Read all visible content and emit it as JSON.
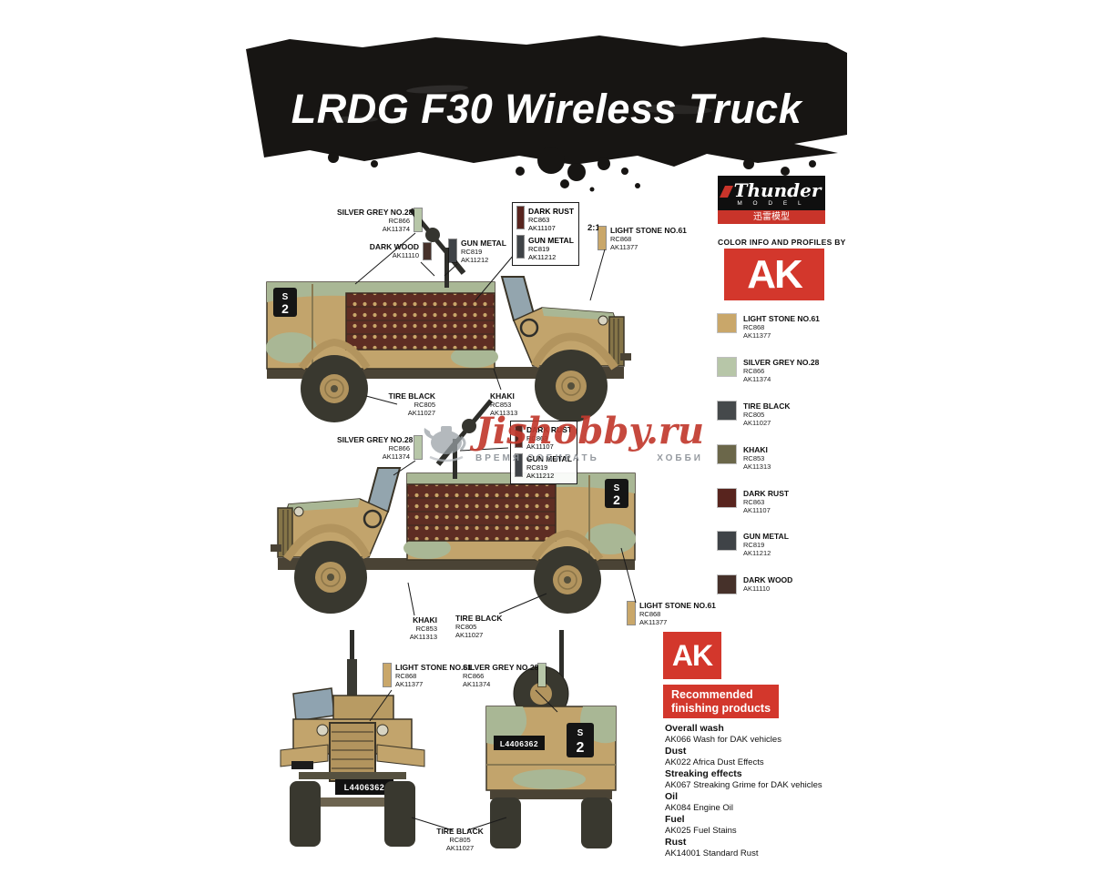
{
  "header": {
    "title_main": "LRDG F30",
    "title_sub": "Wireless Truck"
  },
  "branding": {
    "thunder_name": "Thunder",
    "thunder_model": "M O D E L",
    "thunder_cn": "迅雷模型",
    "color_info": "COLOR INFO AND PROFILES BY",
    "ak": "AK"
  },
  "palette": [
    {
      "name": "LIGHT STONE NO.61",
      "codes": [
        "RC868",
        "AK11377"
      ],
      "hex": "#c9a76a"
    },
    {
      "name": "SILVER GREY NO.28",
      "codes": [
        "RC866",
        "AK11374"
      ],
      "hex": "#b7c6a8"
    },
    {
      "name": "TIRE BLACK",
      "codes": [
        "RC805",
        "AK11027"
      ],
      "hex": "#45494b"
    },
    {
      "name": "KHAKI",
      "codes": [
        "RC853",
        "AK11313"
      ],
      "hex": "#6b674a"
    },
    {
      "name": "DARK RUST",
      "codes": [
        "RC863",
        "AK11107"
      ],
      "hex": "#58241e"
    },
    {
      "name": "GUN METAL",
      "codes": [
        "RC819",
        "AK11212"
      ],
      "hex": "#3f4347"
    },
    {
      "name": "DARK WOOD",
      "codes": [
        "AK11110"
      ],
      "hex": "#46312a"
    }
  ],
  "mix_ratio": "2:1",
  "markings": {
    "squadron_letter": "S",
    "squadron_number": "2",
    "plate": "L4406362"
  },
  "watermark": {
    "site": "Jishobby.ru",
    "tagline_left": "ВРЕМЯ СОБИРАТЬ",
    "tagline_right": "ХОББИ"
  },
  "recommended": {
    "ak": "AK",
    "heading_line1": "Recommended",
    "heading_line2": "finishing products",
    "items": [
      {
        "label": "Overall wash",
        "value": "AK066 Wash for DAK vehicles"
      },
      {
        "label": "Dust",
        "value": "AK022 Africa Dust Effects"
      },
      {
        "label": "Streaking effects",
        "value": "AK067 Streaking Grime for DAK vehicles"
      },
      {
        "label": "Oil",
        "value": "AK084 Engine Oil"
      },
      {
        "label": "Fuel",
        "value": "AK025 Fuel Stains"
      },
      {
        "label": "Rust",
        "value": "AK14001 Standard Rust"
      }
    ]
  }
}
